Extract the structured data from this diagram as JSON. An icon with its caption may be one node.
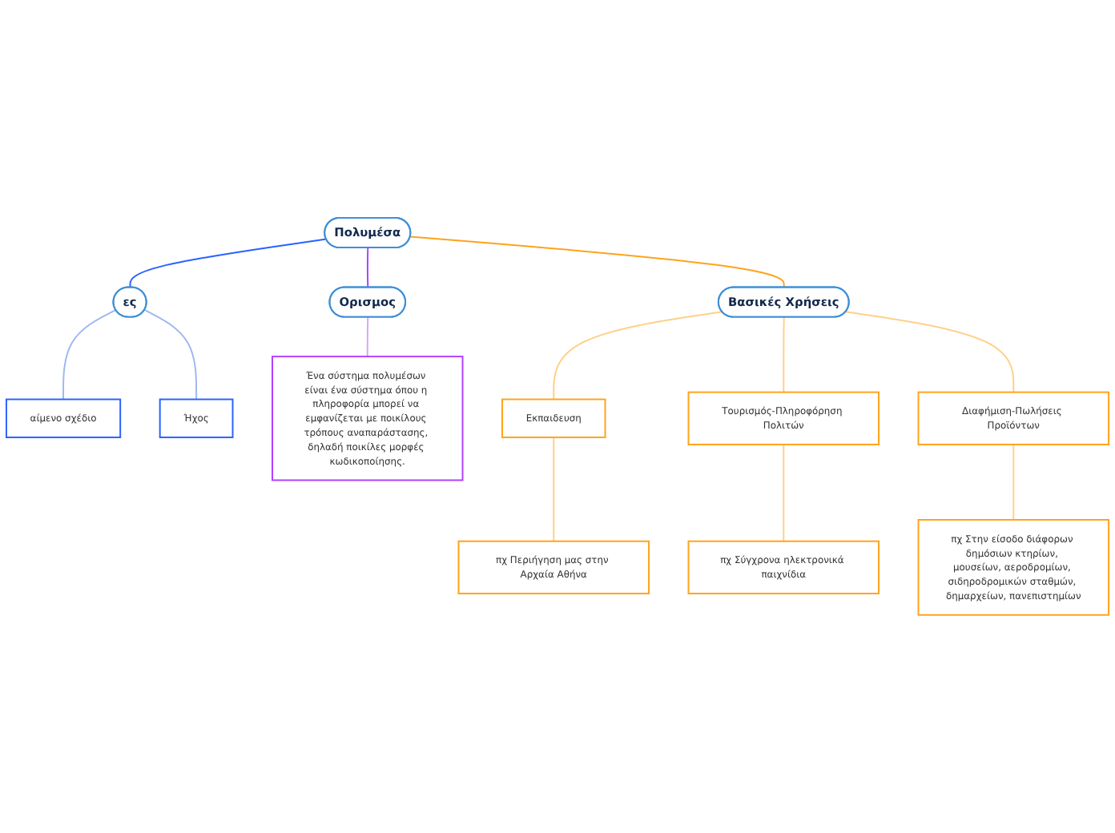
{
  "diagram": {
    "nodes": [
      {
        "text": [
          "Πολυμέσα"
        ]
      },
      {
        "text": [
          "ες"
        ]
      },
      {
        "text": [
          "αίμενο σχέδιο"
        ]
      },
      {
        "text": [
          "Ήχος"
        ]
      },
      {
        "text": [
          "Ορισμος"
        ]
      },
      {
        "text": [
          "Ένα σύστημα πολυμέσων είναι ένα σύστημα όπου η πληροφορία μπορεί να εμφανίζεται με ποικίλους τρόπους αναπαράστασης, δηλαδή ποικίλες μορφές κωδικοποίησης."
        ]
      },
      {
        "text": [
          "Βασικές Χρήσεις"
        ]
      },
      {
        "text": [
          "Εκπαιδευση"
        ]
      },
      {
        "text": [
          "Τουρισμός-Πληροφόρηση Πολιτών"
        ]
      },
      {
        "text": [
          "Διαφήμιση-Πωλήσεις Προϊόντων"
        ]
      },
      {
        "text": [
          "πχ Περιήγηση μας στην Αρχαία Αθήνα"
        ]
      },
      {
        "text": [
          "πχ Σύγχρονα ηλεκτρονικά παιχνίδια"
        ]
      },
      {
        "text": [
          "πχ Στην είσοδο διάφορων δημόσιων κτηρίων, μουσείων, αεροδρομίων, σιδηροδρομικών σταθμών, δημαρχείων, πανεπιστημίων"
        ]
      }
    ],
    "edges": [
      {
        "from": 0,
        "to": 1,
        "arrow": "none",
        "color": "#2962ff"
      },
      {
        "from": 1,
        "to": 2,
        "arrow": "none",
        "color": "#9fb8f0"
      },
      {
        "from": 1,
        "to": 3,
        "arrow": "none",
        "color": "#9fb8f0"
      },
      {
        "from": 0,
        "to": 4,
        "arrow": "none",
        "color": "#b040ff"
      },
      {
        "from": 4,
        "to": 5,
        "arrow": "none",
        "color": "#d9a6f5"
      },
      {
        "from": 0,
        "to": 6,
        "arrow": "none",
        "color": "#ffa31a"
      },
      {
        "from": 6,
        "to": 7,
        "arrow": "none",
        "color": "#ffd08a"
      },
      {
        "from": 6,
        "to": 8,
        "arrow": "none",
        "color": "#ffd08a"
      },
      {
        "from": 6,
        "to": 9,
        "arrow": "none",
        "color": "#ffd08a"
      },
      {
        "from": 7,
        "to": 10,
        "arrow": "none",
        "color": "#ffd08a"
      },
      {
        "from": 8,
        "to": 11,
        "arrow": "none",
        "color": "#ffd08a"
      },
      {
        "from": 9,
        "to": 12,
        "arrow": "none",
        "color": "#ffd08a"
      }
    ]
  }
}
